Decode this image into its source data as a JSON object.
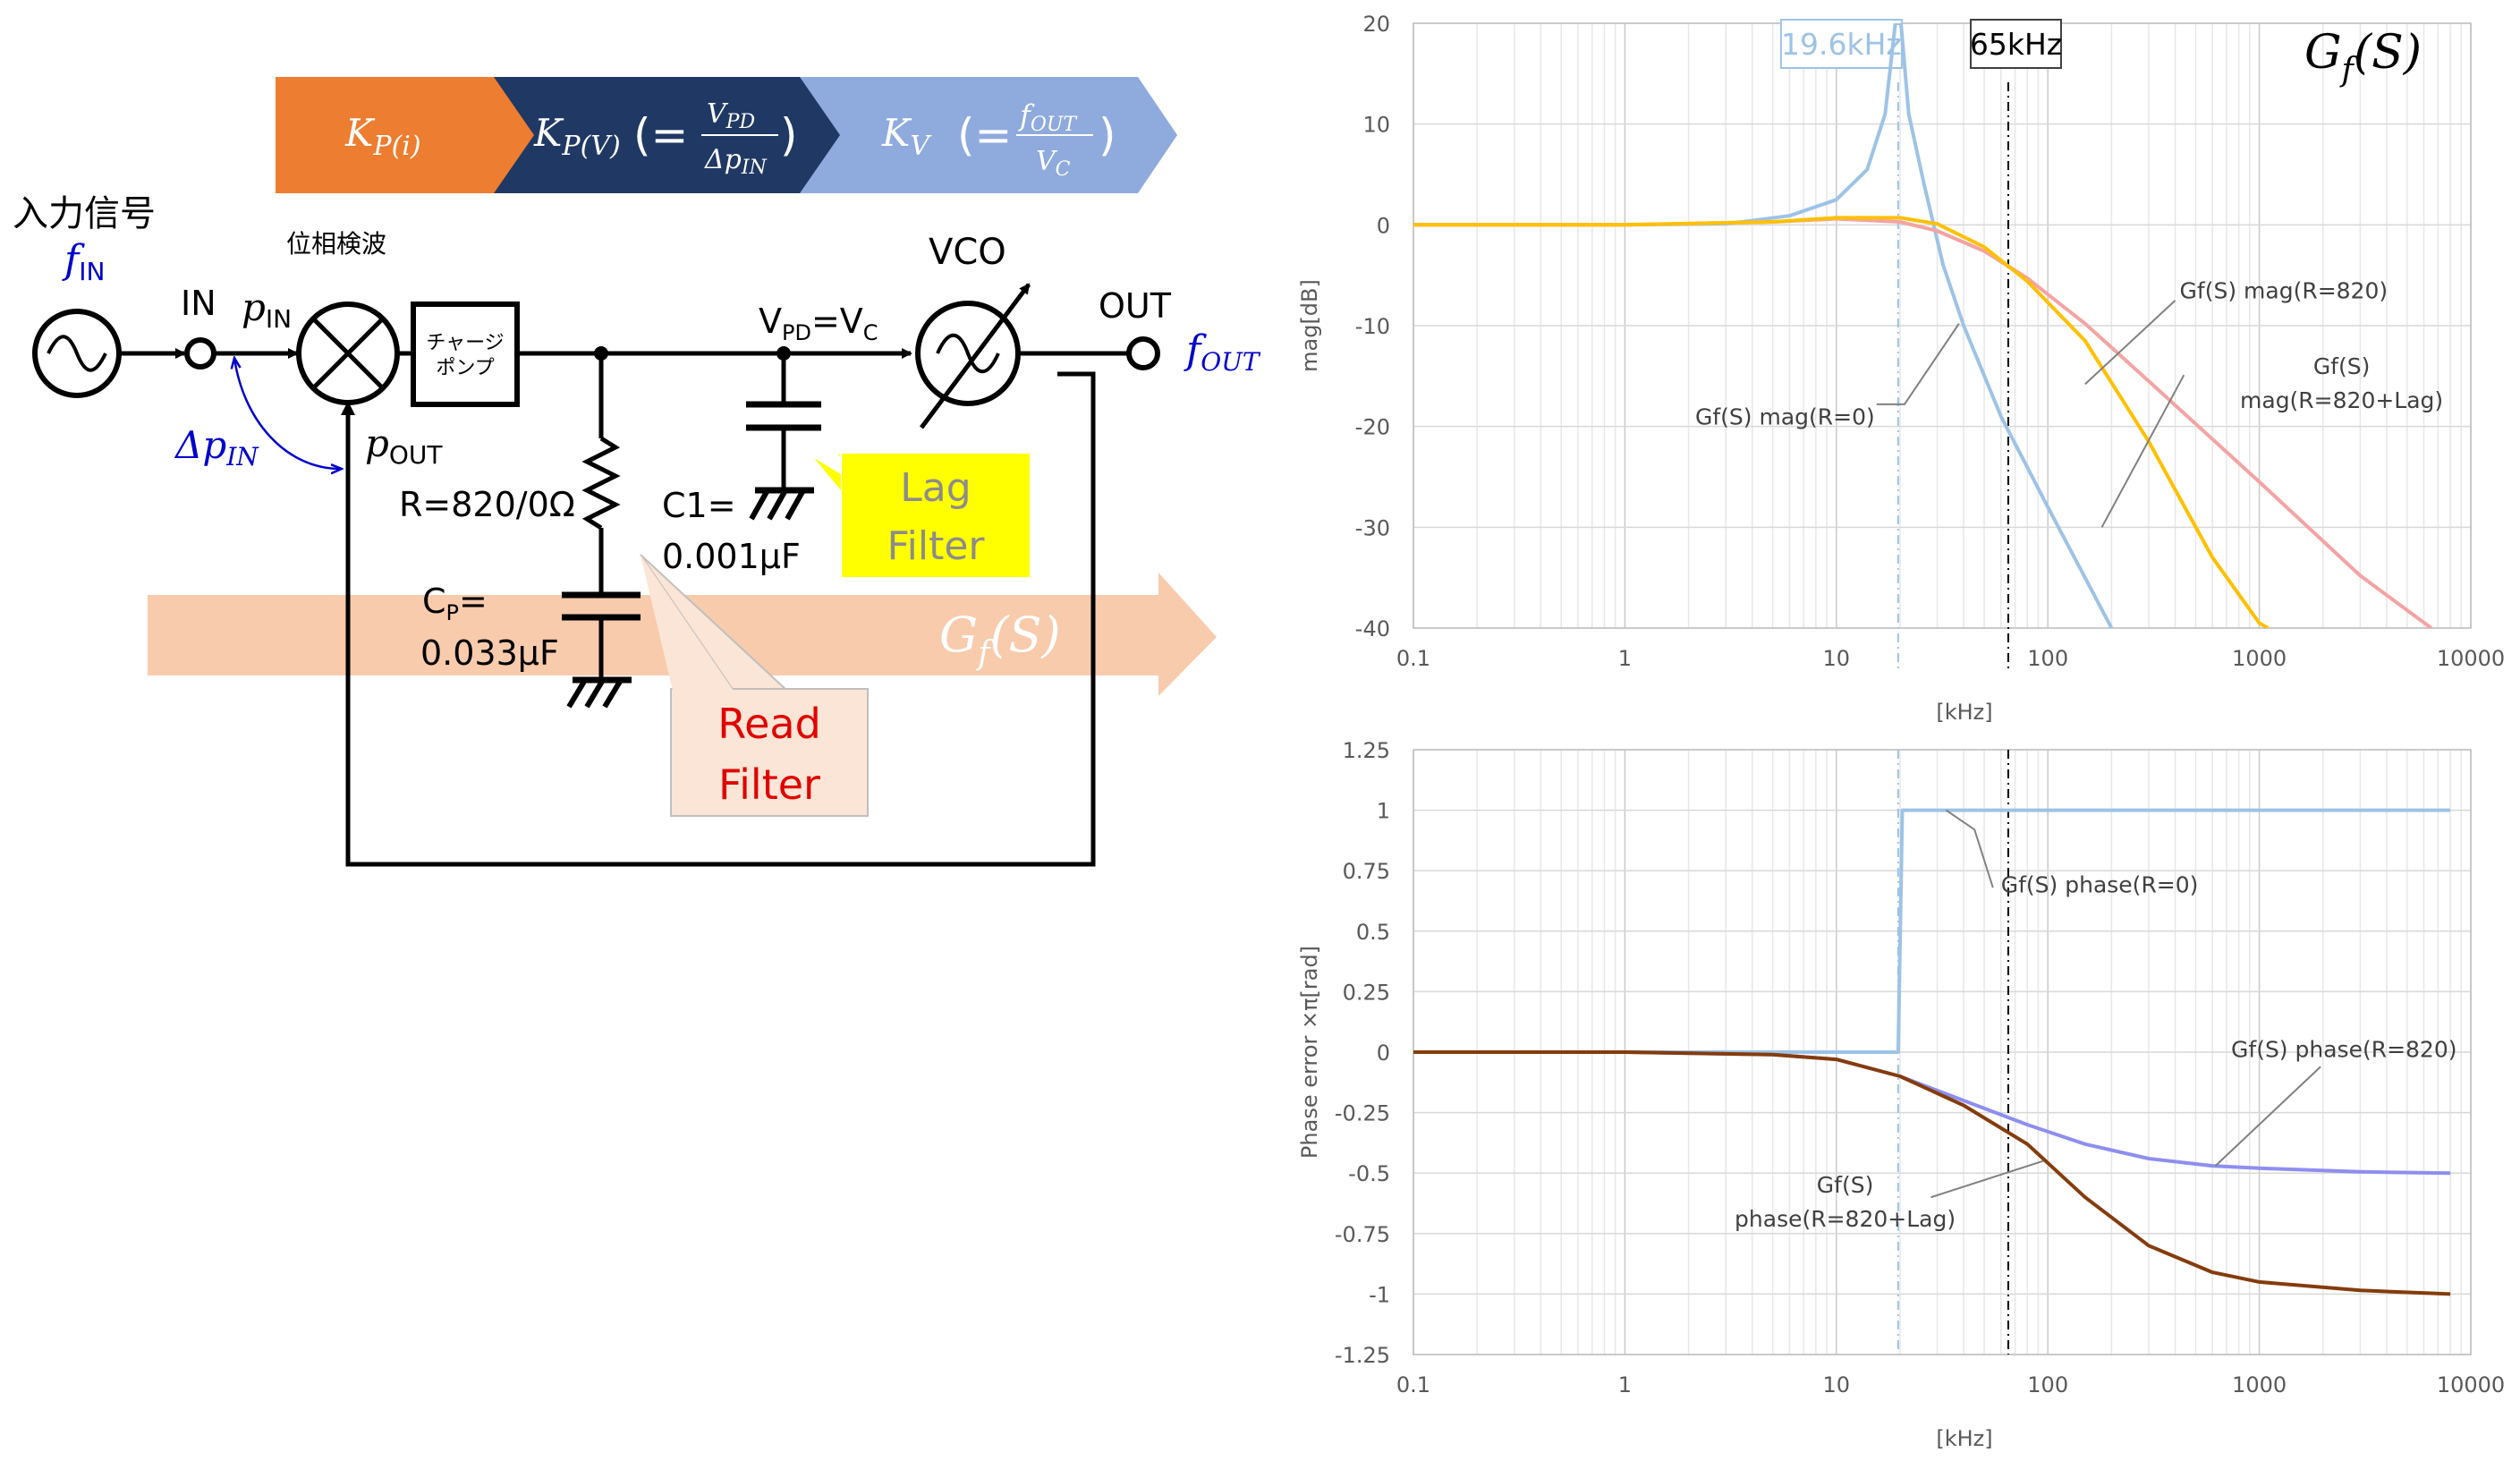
{
  "block_diagram": {
    "gain_bar": {
      "kp_i": "K_P(i)",
      "kp_v": "K_P(V) (= V_PD / Δp_IN)",
      "kv": "K_V (= f_OUT / V_C)",
      "colors": {
        "kp_i": "#ED7D31",
        "kp_v": "#203864",
        "kv": "#8FAADC"
      }
    },
    "input_signal_label": "入力信号",
    "f_in": "f",
    "f_in_sub": "IN",
    "in_label": "IN",
    "p_in": "p",
    "p_in_sub": "IN",
    "phase_detector_label": "位相検波",
    "charge_pump_line1": "チャージ",
    "charge_pump_line2": "ポンプ",
    "vpd_vc": "V",
    "vpd_sub": "PD",
    "vpd_eq": "=V",
    "vc_sub": "C",
    "vco_label": "VCO",
    "out_label": "OUT",
    "f_out": "f",
    "f_out_sub": "OUT",
    "delta_p_in": "Δp",
    "delta_p_in_sub": "IN",
    "p_out": "p",
    "p_out_sub": "OUT",
    "resistor_label": "R=820/0Ω",
    "cp_label_a": "C",
    "cp_label_sub": "P",
    "cp_label_b": "=",
    "cp_value": "0.033μF",
    "c1_label": "C1=",
    "c1_value": "0.001μF",
    "lag_filter_line1": "Lag",
    "lag_filter_line2": "Filter",
    "lead_filter_line1": "Read",
    "lead_filter_line2": "Filter",
    "gf_arrow_label": "G",
    "gf_arrow_sub": "f",
    "gf_arrow_tail": "(S)",
    "colors": {
      "accent_blue": "#0000CC",
      "lag_callout": "#FFFF00",
      "lead_callout": "#FBE5D6",
      "lead_text": "#E00000",
      "gf_arrow": "#F8CBAD"
    }
  },
  "chart_data": [
    {
      "type": "line",
      "title": "G_f(S)",
      "title_main": "G",
      "title_sub": "f",
      "title_tail": "(S)",
      "xlabel": "[kHz]",
      "ylabel": "mag[dB]",
      "xscale": "log",
      "xlim": [
        0.1,
        10000
      ],
      "ylim": [
        -40,
        20
      ],
      "x_ticks": [
        "0.1",
        "1",
        "10",
        "100",
        "1000",
        "10000"
      ],
      "y_ticks": [
        "20",
        "10",
        "0",
        "-10",
        "-20",
        "-30",
        "-40"
      ],
      "grid": true,
      "markers": [
        {
          "label": "19.6kHz",
          "x": 19.6,
          "color": "#9DC3E6"
        },
        {
          "label": "65kHz",
          "x": 65,
          "color": "#000000"
        }
      ],
      "series": [
        {
          "name": "Gf(S) mag(R=0)",
          "color": "#9DC3E6",
          "x": [
            0.1,
            1,
            3,
            6,
            10,
            14,
            17,
            19,
            19.6,
            20.2,
            22,
            26,
            32,
            40,
            60,
            100,
            150,
            200
          ],
          "y": [
            0,
            0,
            0.1,
            0.9,
            2.5,
            5.5,
            11,
            20,
            20,
            20,
            11,
            4,
            -4,
            -10,
            -19,
            -28,
            -35,
            -40
          ]
        },
        {
          "name": "Gf(S) mag(R=820)",
          "color": "#F4A3A3",
          "x": [
            0.1,
            1,
            5,
            10,
            20,
            30,
            50,
            80,
            150,
            300,
            1000,
            3000,
            6500
          ],
          "y": [
            0,
            0,
            0.3,
            0.6,
            0.3,
            -0.6,
            -2.6,
            -5.3,
            -9.8,
            -15.5,
            -25.5,
            -34.8,
            -40
          ]
        },
        {
          "name": "Gf(S) mag(R=820+Lag)",
          "color": "#FFC000",
          "x": [
            0.1,
            1,
            5,
            10,
            20,
            30,
            50,
            80,
            150,
            300,
            600,
            1000,
            1100
          ],
          "y": [
            0,
            0,
            0.3,
            0.7,
            0.7,
            0.1,
            -2.2,
            -5.6,
            -11.5,
            -21.5,
            -33,
            -39.5,
            -40
          ]
        }
      ],
      "annotations": [
        "Gf(S) mag(R=820)",
        "Gf(S)",
        "mag(R=820+Lag)",
        "Gf(S) mag(R=0)"
      ]
    },
    {
      "type": "line",
      "xlabel": "[kHz]",
      "ylabel": "Phase error ×π[rad]",
      "xscale": "log",
      "xlim": [
        0.1,
        10000
      ],
      "ylim": [
        -1.25,
        1.25
      ],
      "x_ticks": [
        "0.1",
        "1",
        "10",
        "100",
        "1000",
        "10000"
      ],
      "y_ticks": [
        "1.25",
        "1",
        "0.75",
        "0.5",
        "0.25",
        "0",
        "-0.25",
        "-0.5",
        "-0.75",
        "-1",
        "-1.25"
      ],
      "grid": true,
      "markers": [
        {
          "x": 19.6,
          "color": "#9DC3E6"
        },
        {
          "x": 65,
          "color": "#000000"
        }
      ],
      "series": [
        {
          "name": "Gf(S) phase(R=0)",
          "color": "#9DC3E6",
          "x": [
            0.1,
            19.6,
            19.6,
            20.5,
            8000
          ],
          "y": [
            0,
            0,
            0,
            1,
            1
          ]
        },
        {
          "name": "Gf(S) phase(R=820)",
          "color": "#8E8EF0",
          "x": [
            0.1,
            1,
            5,
            10,
            20,
            40,
            80,
            150,
            300,
            600,
            1000,
            3000,
            8000
          ],
          "y": [
            0,
            0,
            -0.01,
            -0.03,
            -0.1,
            -0.2,
            -0.3,
            -0.38,
            -0.44,
            -0.47,
            -0.48,
            -0.495,
            -0.5
          ]
        },
        {
          "name": "Gf(S) phase(R=820+Lag)",
          "color": "#843C0C",
          "x": [
            0.1,
            1,
            5,
            10,
            20,
            40,
            80,
            150,
            300,
            600,
            1000,
            3000,
            8000
          ],
          "y": [
            0,
            0,
            -0.01,
            -0.03,
            -0.1,
            -0.22,
            -0.38,
            -0.6,
            -0.8,
            -0.91,
            -0.95,
            -0.985,
            -1.0
          ]
        }
      ],
      "annotations": [
        "Gf(S) phase(R=0)",
        "Gf(S) phase(R=820)",
        "Gf(S)",
        "phase(R=820+Lag)"
      ]
    }
  ]
}
